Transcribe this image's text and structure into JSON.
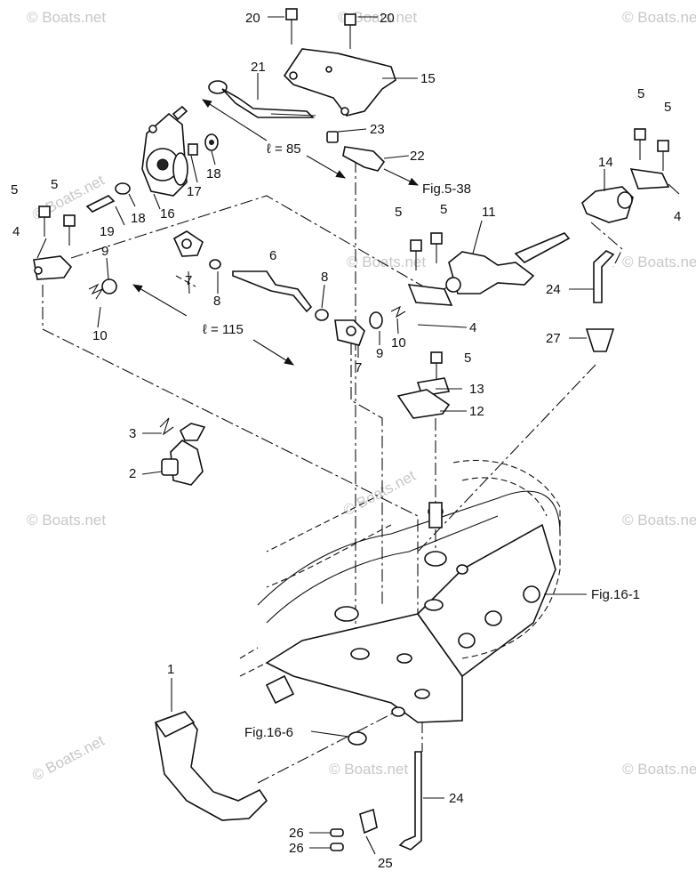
{
  "watermark": "© Boats.net",
  "callouts": {
    "n1": "1",
    "n2": "2",
    "n3": "3",
    "n4a": "4",
    "n4b": "4",
    "n4c": "4",
    "n5a": "5",
    "n5b": "5",
    "n5c": "5",
    "n5d": "5",
    "n5e": "5",
    "n5f": "5",
    "n5g": "5",
    "n6": "6",
    "n7a": "7",
    "n7b": "7",
    "n8a": "8",
    "n8b": "8",
    "n9a": "9",
    "n9b": "9",
    "n10a": "10",
    "n10b": "10",
    "n11": "11",
    "n12": "12",
    "n13": "13",
    "n14": "14",
    "n15": "15",
    "n16": "16",
    "n17": "17",
    "n18a": "18",
    "n18b": "18",
    "n19": "19",
    "n20a": "20",
    "n20b": "20",
    "n21": "21",
    "n22": "22",
    "n23": "23",
    "n24a": "24",
    "n24b": "24",
    "n25": "25",
    "n26a": "26",
    "n26b": "26",
    "n27": "27"
  },
  "references": {
    "fig_5_38": "Fig.5-38",
    "fig_16_1": "Fig.16-1",
    "fig_16_6": "Fig.16-6"
  },
  "dimensions": {
    "len_85": "ℓ = 85",
    "len_115": "ℓ = 115"
  }
}
